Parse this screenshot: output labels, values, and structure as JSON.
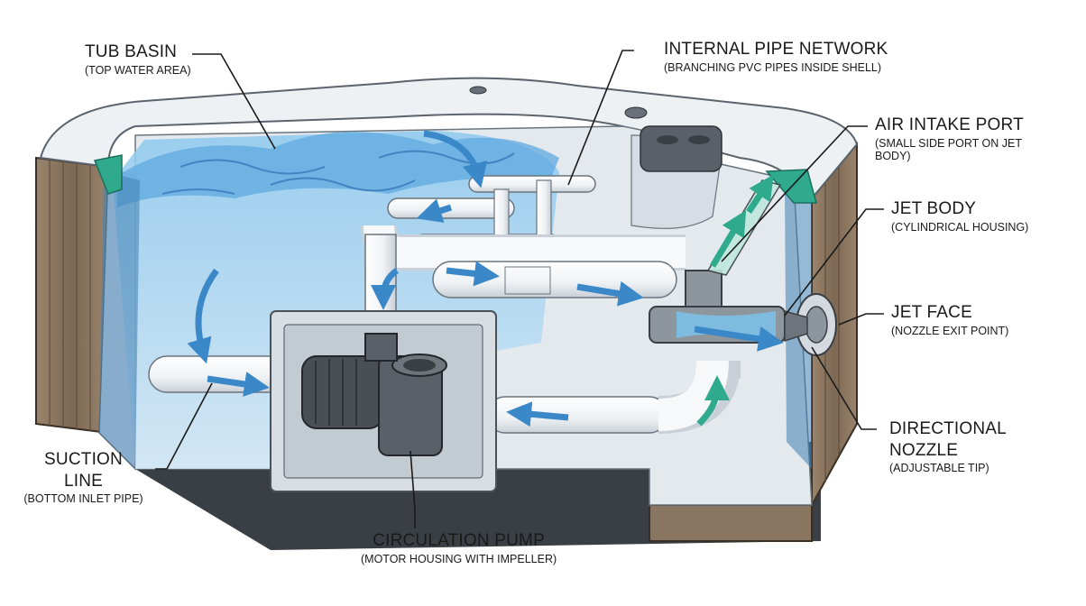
{
  "labels": {
    "tub_basin": {
      "title": "TUB BASIN",
      "sub": "(TOP WATER AREA)"
    },
    "pipe_network": {
      "title": "INTERNAL PIPE NETWORK",
      "sub": "(BRANCHING PVC PIPES INSIDE SHELL)"
    },
    "air_intake": {
      "title": "AIR INTAKE PORT",
      "sub_1": "(SMALL SIDE PORT ON JET",
      "sub_2": "BODY)"
    },
    "jet_body": {
      "title": "JET BODY",
      "sub": "(CYLINDRICAL HOUSING)"
    },
    "jet_face": {
      "title": "JET FACE",
      "sub": "(NOZZLE EXIT POINT)"
    },
    "nozzle": {
      "title_1": "DIRECTIONAL",
      "title_2": "NOZZLE",
      "sub": "(ADJUSTABLE TIP)"
    },
    "suction": {
      "title_1": "SUCTION",
      "title_2": "LINE",
      "sub": "(BOTTOM INLET PIPE)"
    },
    "pump": {
      "title": "CIRCULATION PUMP",
      "sub": "(MOTOR HOUSING WITH IMPELLER)"
    }
  },
  "colors": {
    "water": "#8cc8ee",
    "water_deep": "#4a93d1",
    "shell": "#e9edf1",
    "wood": "#8a7560",
    "pipe": "#f4f6f8",
    "arrow_blue": "#3b88c9",
    "arrow_green": "#2faa8c",
    "pump": "#4a4f55",
    "leader": "#1a1a1a"
  }
}
